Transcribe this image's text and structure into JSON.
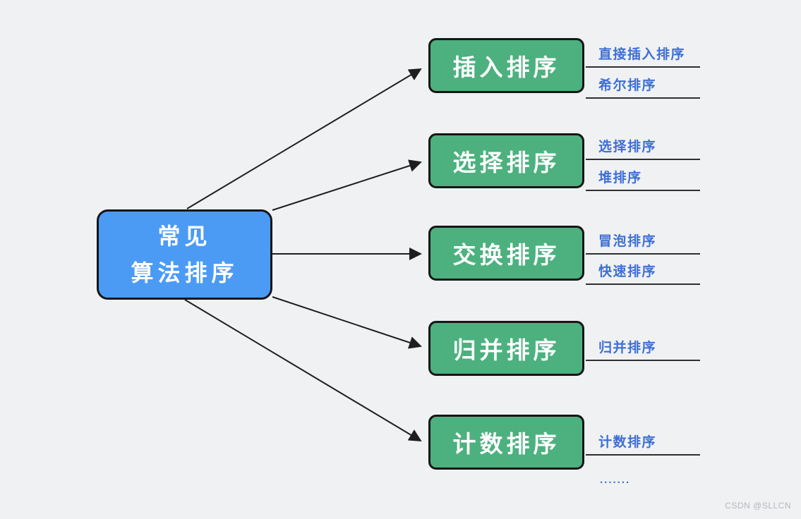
{
  "diagram_title": "常见算法排序",
  "colors": {
    "background": "#f0f1f3",
    "root-fill": "#4b9bf5",
    "branch-fill": "#4cb17f",
    "node-border": "#161616",
    "node-text": "#ffffff",
    "leaf-text": "#3d6fd4",
    "leaf-line": "#2f2f2f",
    "arrow": "#1e1e1e",
    "watermark": "#b4b7bc"
  },
  "root": {
    "lines": [
      "常见",
      "算法排序"
    ]
  },
  "branches": [
    {
      "label": "插入排序",
      "leaves": [
        "直接插入排序",
        "希尔排序"
      ]
    },
    {
      "label": "选择排序",
      "leaves": [
        "选择排序",
        "堆排序"
      ]
    },
    {
      "label": "交换排序",
      "leaves": [
        "冒泡排序",
        "快速排序"
      ]
    },
    {
      "label": "归并排序",
      "leaves": [
        "归并排序"
      ]
    },
    {
      "label": "计数排序",
      "leaves": [
        "计数排序"
      ]
    }
  ],
  "ellipsis": ".......",
  "watermark": "CSDN @SLLCN"
}
